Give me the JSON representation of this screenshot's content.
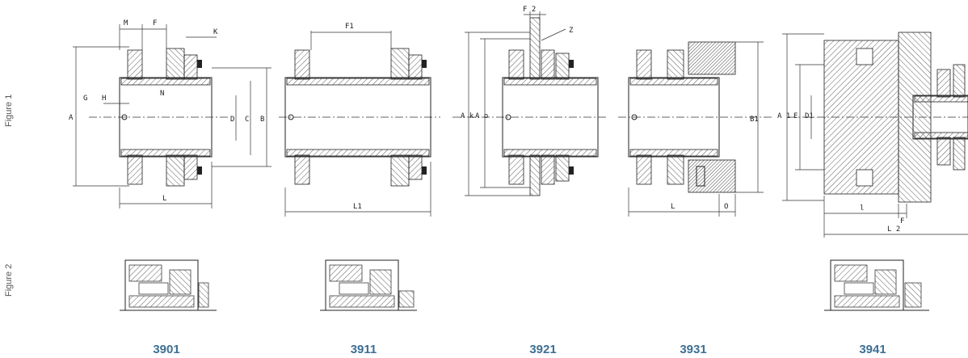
{
  "row_labels": {
    "figure1": "Figure 1",
    "figure2": "Figure 2"
  },
  "models": [
    "3901",
    "3911",
    "3921",
    "3931",
    "3941"
  ],
  "dimension_labels": {
    "m": "M",
    "f": "F",
    "k": "K",
    "g": "G",
    "h": "H",
    "n": "N",
    "a": "A",
    "d": "D",
    "c": "C",
    "b": "B",
    "l": "L",
    "f1": "F1",
    "l1": "L1",
    "f2": "F 2",
    "z": "Z",
    "ak": "A k",
    "ao": "A o",
    "b1": "B1",
    "o": "O",
    "e": "E",
    "d1": "D1",
    "a1": "A 1",
    "l_small": "l",
    "f_small": "F",
    "l2": "L 2"
  },
  "colors": {
    "model_label": "#3d6f94",
    "line": "#222222",
    "row_label": "#555555"
  }
}
